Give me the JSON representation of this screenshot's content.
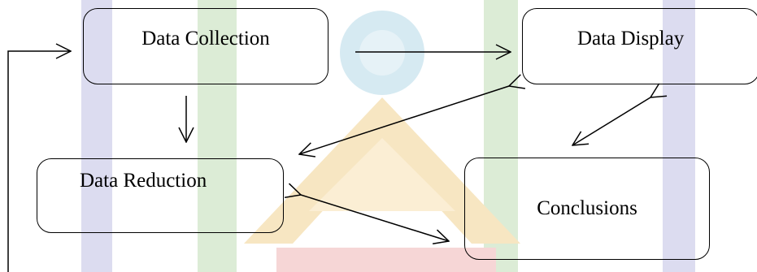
{
  "diagram": {
    "nodes": {
      "collection": "Data Collection",
      "display": "Data Display",
      "reduction": "Data Reduction",
      "conclusions": "Conclusions"
    },
    "edges": [
      {
        "from": "Data Collection",
        "to": "Data Display",
        "direction": "one-way"
      },
      {
        "from": "Data Collection",
        "to": "Data Reduction",
        "direction": "one-way"
      },
      {
        "from": "Data Display",
        "to": "Data Reduction",
        "direction": "two-way"
      },
      {
        "from": "Data Display",
        "to": "Conclusions",
        "direction": "two-way"
      },
      {
        "from": "Data Reduction",
        "to": "Conclusions",
        "direction": "two-way"
      },
      {
        "from": "Conclusions",
        "to": "Data Collection",
        "direction": "feedback loop"
      }
    ]
  },
  "watermark": {
    "colors": {
      "blue_band": "#dcdcf0",
      "green_band": "#dcecd6",
      "gold": "#f7e6c2",
      "red": "#f6d6d6",
      "pale_blue": "#d6eaf2"
    }
  }
}
